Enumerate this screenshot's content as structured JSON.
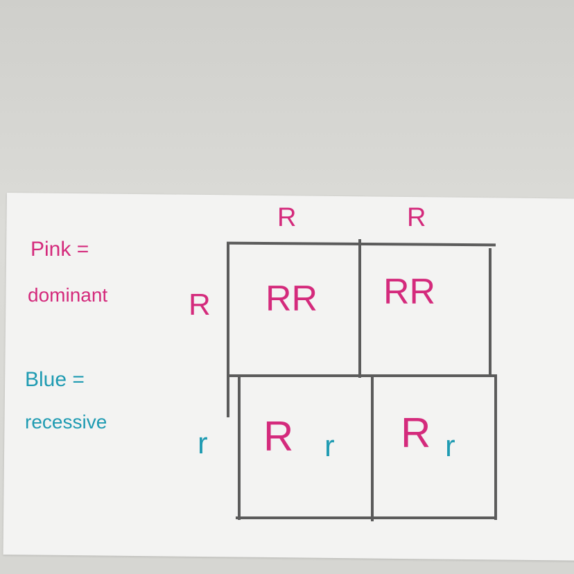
{
  "legend": {
    "pink_label": "Pink =",
    "pink_meaning": "dominant",
    "blue_label": "Blue =",
    "blue_meaning": "recessive"
  },
  "punnett": {
    "top_alleles": [
      "R",
      "R"
    ],
    "left_alleles": [
      "R",
      "r"
    ],
    "cells": [
      {
        "dominant": "RR",
        "recessive": ""
      },
      {
        "dominant": "RR",
        "recessive": ""
      },
      {
        "dominant": "R",
        "recessive": "r"
      },
      {
        "dominant": "R",
        "recessive": "r"
      }
    ]
  },
  "colors": {
    "pink": "#d42a7c",
    "blue": "#1f9bb2",
    "ink": "#5b5b5b"
  }
}
